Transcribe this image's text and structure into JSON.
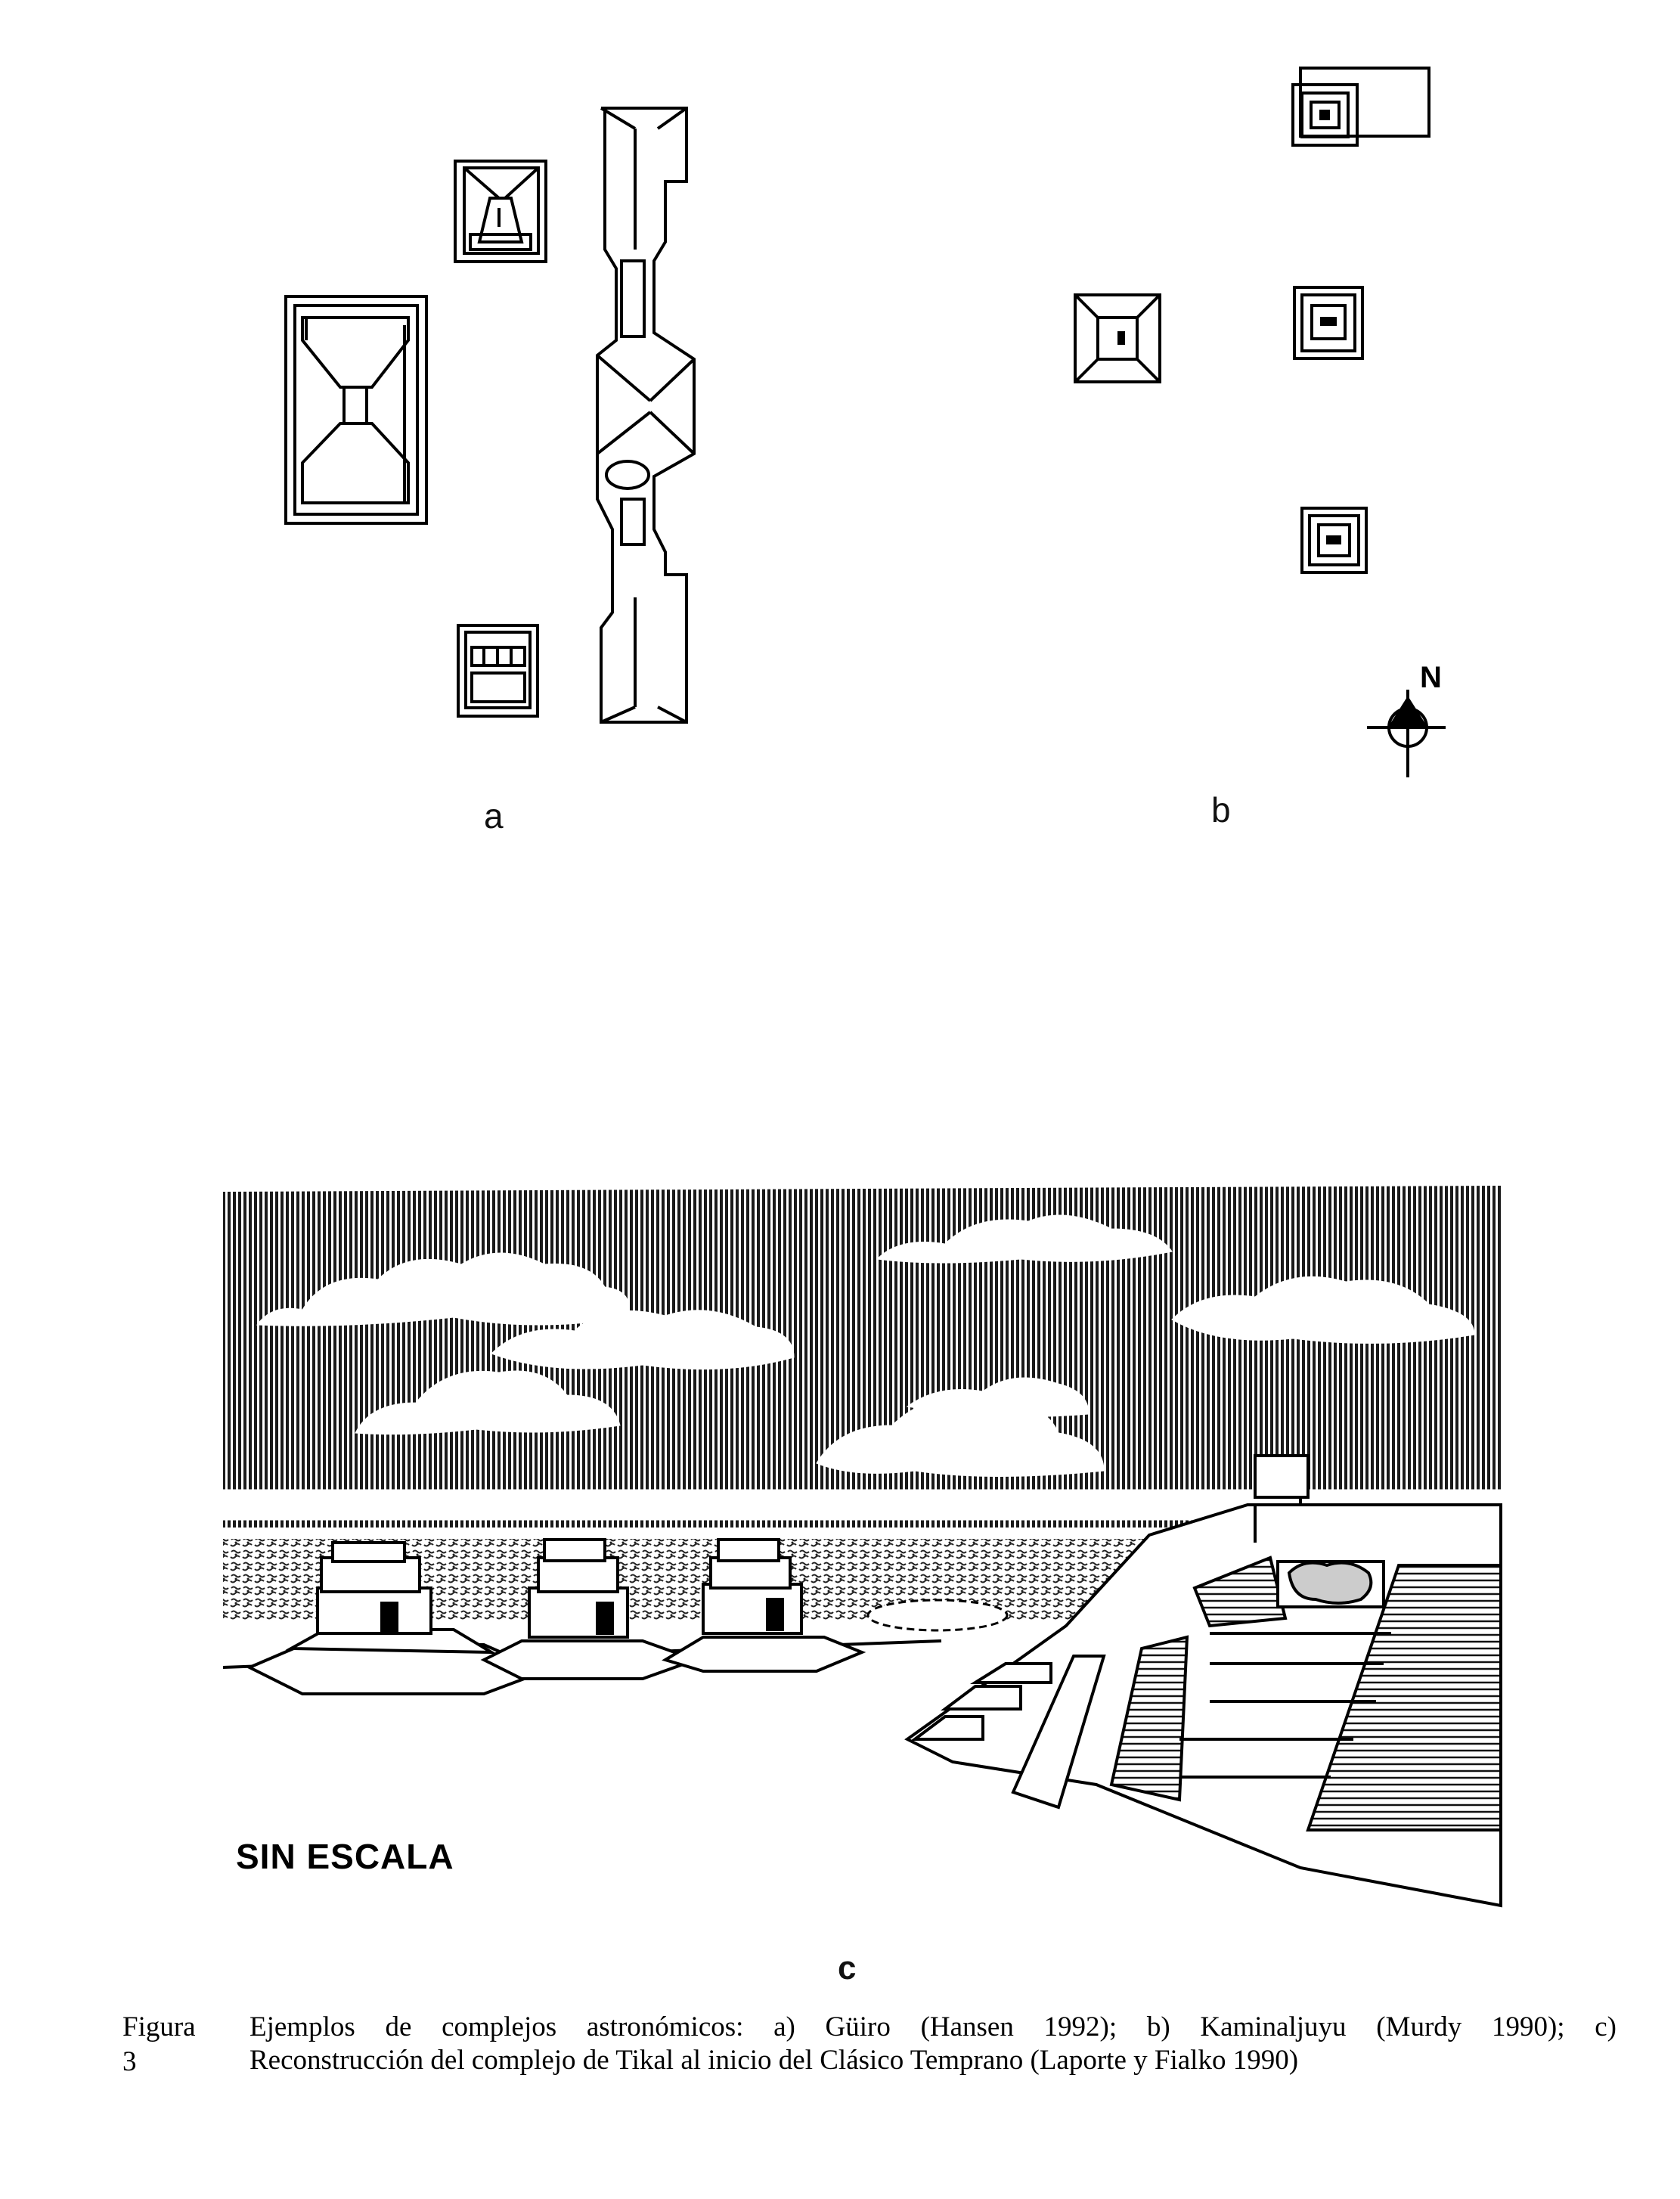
{
  "panels": {
    "a": {
      "label": "a"
    },
    "b": {
      "label": "b",
      "north": "N"
    },
    "c": {
      "label": "c",
      "note": "SIN ESCALA"
    }
  },
  "caption": {
    "prefix": "Figura 3",
    "line1": "Ejemplos de complejos astronómicos: a) Güiro (Hansen 1992); b) Kaminaljuyu (Murdy 1990); c)",
    "line2": "Reconstrucción del complejo de Tikal al inicio del Clásico Temprano (Laporte y Fialko 1990)"
  }
}
